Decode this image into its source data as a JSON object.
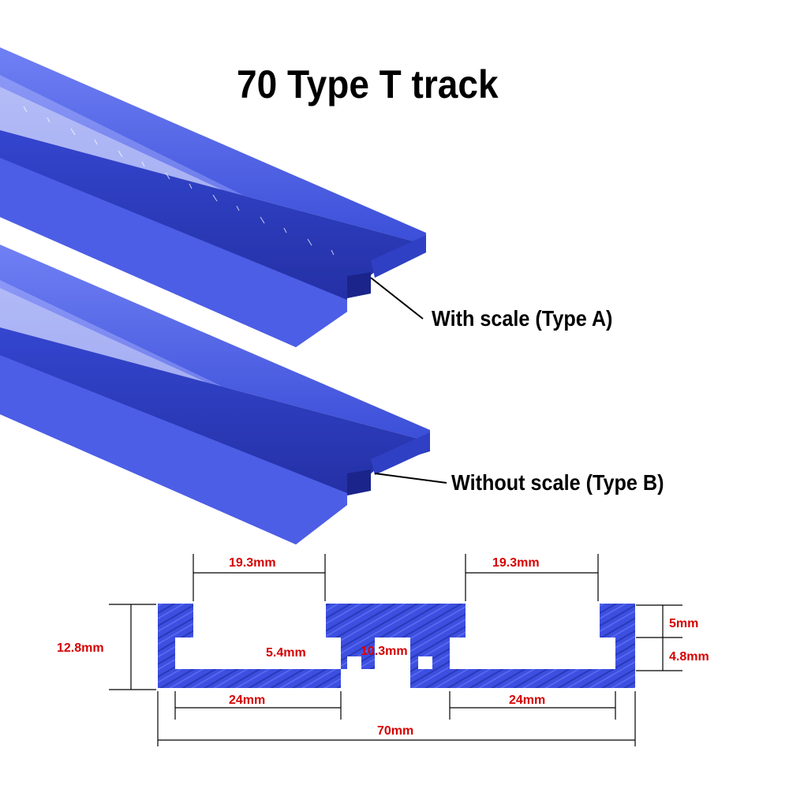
{
  "title": "70 Type T track",
  "callouts": {
    "type_a": "With scale (Type A)",
    "type_b": "Without scale (Type B)"
  },
  "dimensions": {
    "slot_top_left": "19.3mm",
    "slot_top_right": "19.3mm",
    "height": "12.8mm",
    "center_depth": "5.4mm",
    "center_width": "10.3mm",
    "lip_thickness": "5mm",
    "slot_depth": "4.8mm",
    "slot_bottom_left": "24mm",
    "slot_bottom_right": "24mm",
    "total_width": "70mm"
  },
  "colors": {
    "rail_blue": "#3f52e0",
    "rail_dark": "#2430a8",
    "rail_light": "#6f7ff2",
    "dimension_red": "#d60000",
    "line_black": "#000000"
  }
}
